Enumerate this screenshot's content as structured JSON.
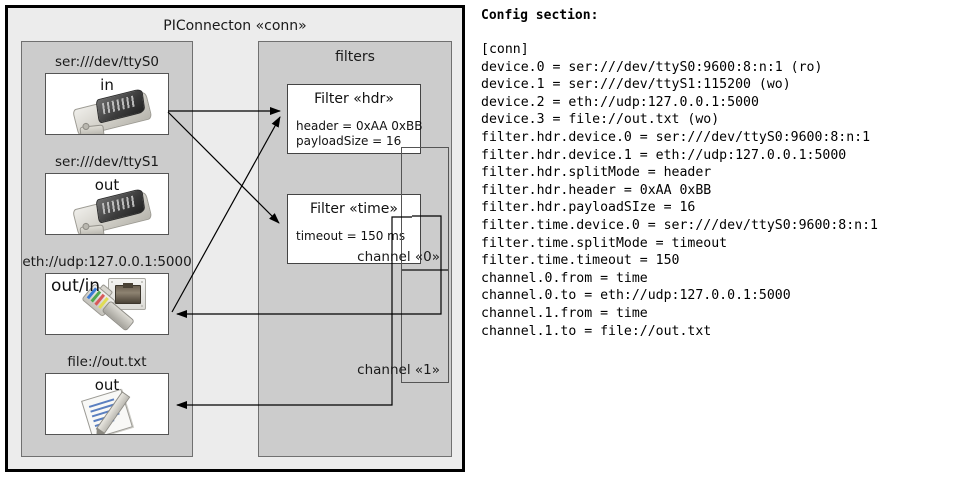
{
  "diagram": {
    "title": "PIConnecton «conn»",
    "devices_panel": {
      "name": "devices",
      "items": [
        {
          "label": "ser:///dev/ttyS0",
          "direction": "in",
          "icon": "serial-port-icon"
        },
        {
          "label": "ser:///dev/ttyS1",
          "direction": "out",
          "icon": "serial-port-icon"
        },
        {
          "label": "eth://udp:127.0.0.1:5000",
          "direction": "out/in",
          "icon": "ethernet-cable-icon"
        },
        {
          "label": "file://out.txt",
          "direction": "out",
          "icon": "text-file-icon"
        }
      ]
    },
    "filters_panel": {
      "title": "filters",
      "filters": [
        {
          "name": "Filter «hdr»",
          "props": [
            "header = 0xAA 0xBB",
            "payloadSize = 16"
          ]
        },
        {
          "name": "Filter «time»",
          "props": [
            "timeout = 150 ms"
          ]
        }
      ]
    },
    "channels": [
      {
        "label": "channel «0»"
      },
      {
        "label": "channel «1»"
      }
    ]
  },
  "config": {
    "heading": "Config section:",
    "text": "[conn]\ndevice.0 = ser:///dev/ttyS0:9600:8:n:1 (ro)\ndevice.1 = ser:///dev/ttyS1:115200 (wo)\ndevice.2 = eth://udp:127.0.0.1:5000\ndevice.3 = file://out.txt (wo)\nfilter.hdr.device.0 = ser:///dev/ttyS0:9600:8:n:1\nfilter.hdr.device.1 = eth://udp:127.0.0.1:5000\nfilter.hdr.splitMode = header\nfilter.hdr.header = 0xAA 0xBB\nfilter.hdr.payloadSIze = 16\nfilter.time.device.0 = ser:///dev/ttyS0:9600:8:n:1\nfilter.time.splitMode = timeout\nfilter.time.timeout = 150\nchannel.0.from = time\nchannel.0.to = eth://udp:127.0.0.1:5000\nchannel.1.from = time\nchannel.1.to = file://out.txt"
  },
  "colors": {
    "page_background": "#ffffff",
    "outer_frame_fill": "#ececec",
    "outer_frame_border": "#000000",
    "panel_fill": "#cccccc",
    "panel_border": "#707070",
    "box_fill": "#ffffff",
    "box_border": "#555555",
    "arrow": "#000000",
    "text": "#1a1a1a"
  }
}
